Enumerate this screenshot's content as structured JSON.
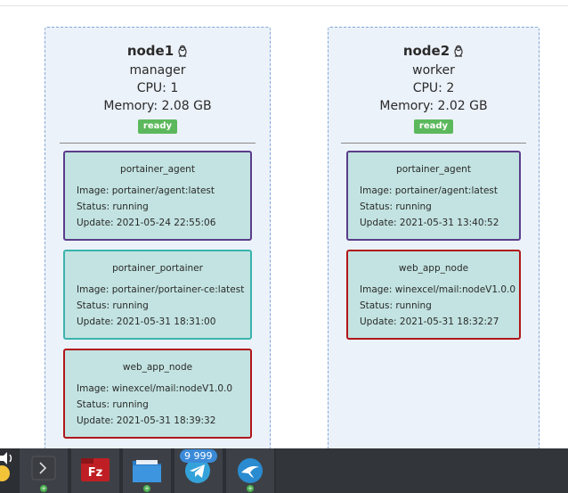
{
  "nodes": [
    {
      "name": "node1",
      "role": "manager",
      "cpu": "CPU: 1",
      "memory": "Memory: 2.08 GB",
      "status": "ready",
      "tasks": [
        {
          "name": "portainer_agent",
          "image": "Image: portainer/agent:latest",
          "status": "Status: running",
          "update": "Update: 2021-05-24 22:55:06",
          "color": "#5a3d8a"
        },
        {
          "name": "portainer_portainer",
          "image": "Image: portainer/portainer-ce:latest",
          "status": "Status: running",
          "update": "Update: 2021-05-31 18:31:00",
          "color": "#3ab3ad"
        },
        {
          "name": "web_app_node",
          "image": "Image: winexcel/mail:nodeV1.0.0",
          "status": "Status: running",
          "update": "Update: 2021-05-31 18:39:32",
          "color": "#b0161b"
        }
      ]
    },
    {
      "name": "node2",
      "role": "worker",
      "cpu": "CPU: 2",
      "memory": "Memory: 2.02 GB",
      "status": "ready",
      "tasks": [
        {
          "name": "portainer_agent",
          "image": "Image: portainer/agent:latest",
          "status": "Status: running",
          "update": "Update: 2021-05-31 13:40:52",
          "color": "#5a3d8a"
        },
        {
          "name": "web_app_node",
          "image": "Image: winexcel/mail:nodeV1.0.0",
          "status": "Status: running",
          "update": "Update: 2021-05-31 18:32:27",
          "color": "#b0161b"
        }
      ]
    }
  ],
  "taskbar": {
    "telegram_badge": "9 999",
    "items": [
      "volume-icon",
      "terminal-icon",
      "filezilla-icon",
      "files-icon",
      "telegram-icon",
      "app-icon"
    ]
  }
}
